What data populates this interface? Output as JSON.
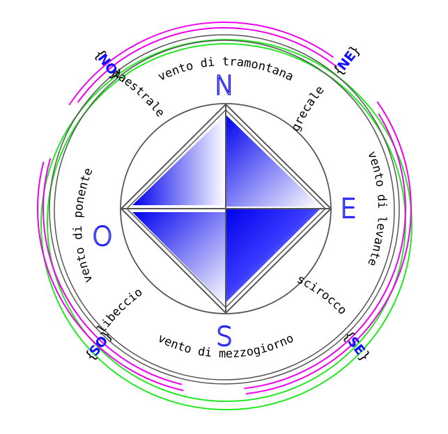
{
  "colors": {
    "outer_ring": "#22e822",
    "magenta_ring": "#ee00ee",
    "gray_ring": "#555555",
    "diamond_blue": "#0000ee",
    "cardinal": "#1010ff"
  },
  "cardinals": {
    "north": "N",
    "east": "E",
    "south": "S",
    "west": "O"
  },
  "ordinal_badges": {
    "nw": "NO",
    "ne": "NE",
    "sw": "SO",
    "se": "SE"
  },
  "winds": {
    "north": "vento di tramontana",
    "south": "vento di mezzogiorno",
    "east": "vento di levante",
    "west": "vento di ponente",
    "nw": "maestrale",
    "ne": "grecale",
    "sw": "libeccio",
    "se": "scirocco"
  }
}
